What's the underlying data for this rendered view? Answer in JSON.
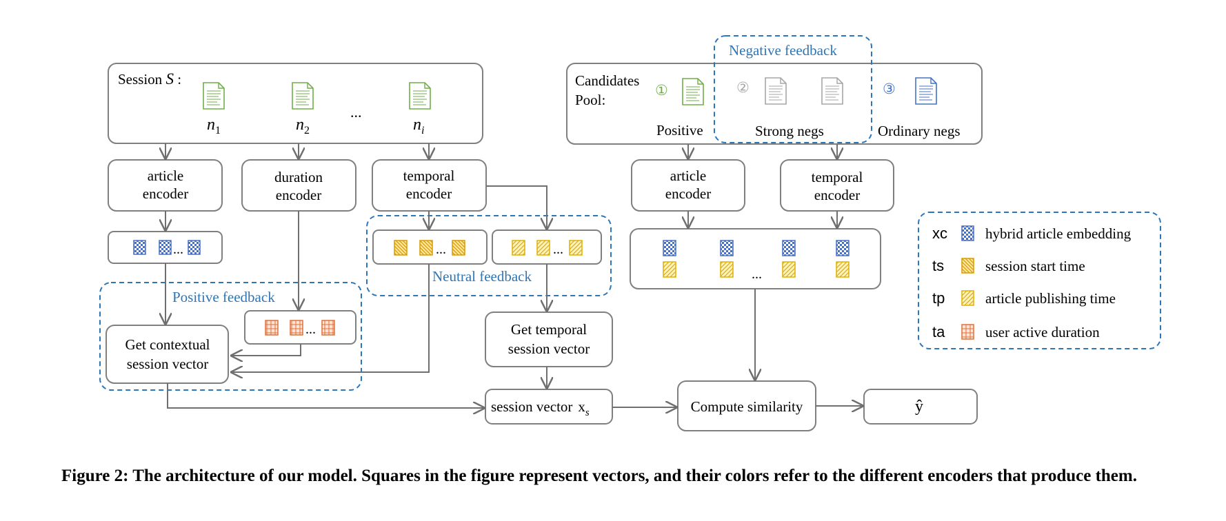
{
  "session": {
    "label": "Session",
    "symbol": "S",
    "colon": ":",
    "items": [
      {
        "base": "n",
        "sub": "1"
      },
      {
        "base": "n",
        "sub": "2"
      },
      {
        "base": "n",
        "sub": "i"
      }
    ],
    "ellipsis": "..."
  },
  "encoders": {
    "article_left": [
      "article",
      "encoder"
    ],
    "duration": [
      "duration",
      "encoder"
    ],
    "temporal_left": [
      "temporal",
      "encoder"
    ],
    "article_right": [
      "article",
      "encoder"
    ],
    "temporal_right": [
      "temporal",
      "encoder"
    ]
  },
  "candidates": {
    "label_lines": [
      "Candidates",
      "Pool:"
    ],
    "markers": [
      "①",
      "②",
      "③"
    ],
    "positive": "Positive",
    "strong_negs": "Strong negs",
    "ordinary_negs": "Ordinary negs"
  },
  "feedback": {
    "negative": "Negative feedback",
    "positive": "Positive feedback",
    "neutral": "Neutral feedback"
  },
  "nodes": {
    "contextual": [
      "Get contextual",
      "session vector"
    ],
    "temporal_vec": [
      "Get temporal",
      "session vector"
    ],
    "session_vector": "session vector",
    "session_vector_symbol": {
      "base": "x",
      "sub": "s"
    },
    "compute_similarity": "Compute similarity",
    "y_hat": "ŷ"
  },
  "ellipsis": "...",
  "legend": [
    {
      "code": "xc",
      "text": "hybrid article embedding",
      "kind": "xc"
    },
    {
      "code": "ts",
      "text": "session start time",
      "kind": "ts"
    },
    {
      "code": "tp",
      "text": "article publishing time",
      "kind": "tp"
    },
    {
      "code": "ta",
      "text": "user active duration",
      "kind": "ta"
    }
  ],
  "colors": {
    "box_stroke": "#7f7f7f",
    "dashed_blue": "#2e75b6",
    "doc_green": "#70ad47",
    "doc_grey": "#a6a6a6",
    "doc_blue": "#4472c4",
    "xc_blue": "#4a6fc0",
    "ts_gold": "#e2a800",
    "tp_gold": "#e0b000",
    "ta_orange": "#e0703a"
  },
  "caption": "Figure 2: The architecture of our model. Squares in the figure represent vectors, and their colors refer to the different encoders that produce them."
}
